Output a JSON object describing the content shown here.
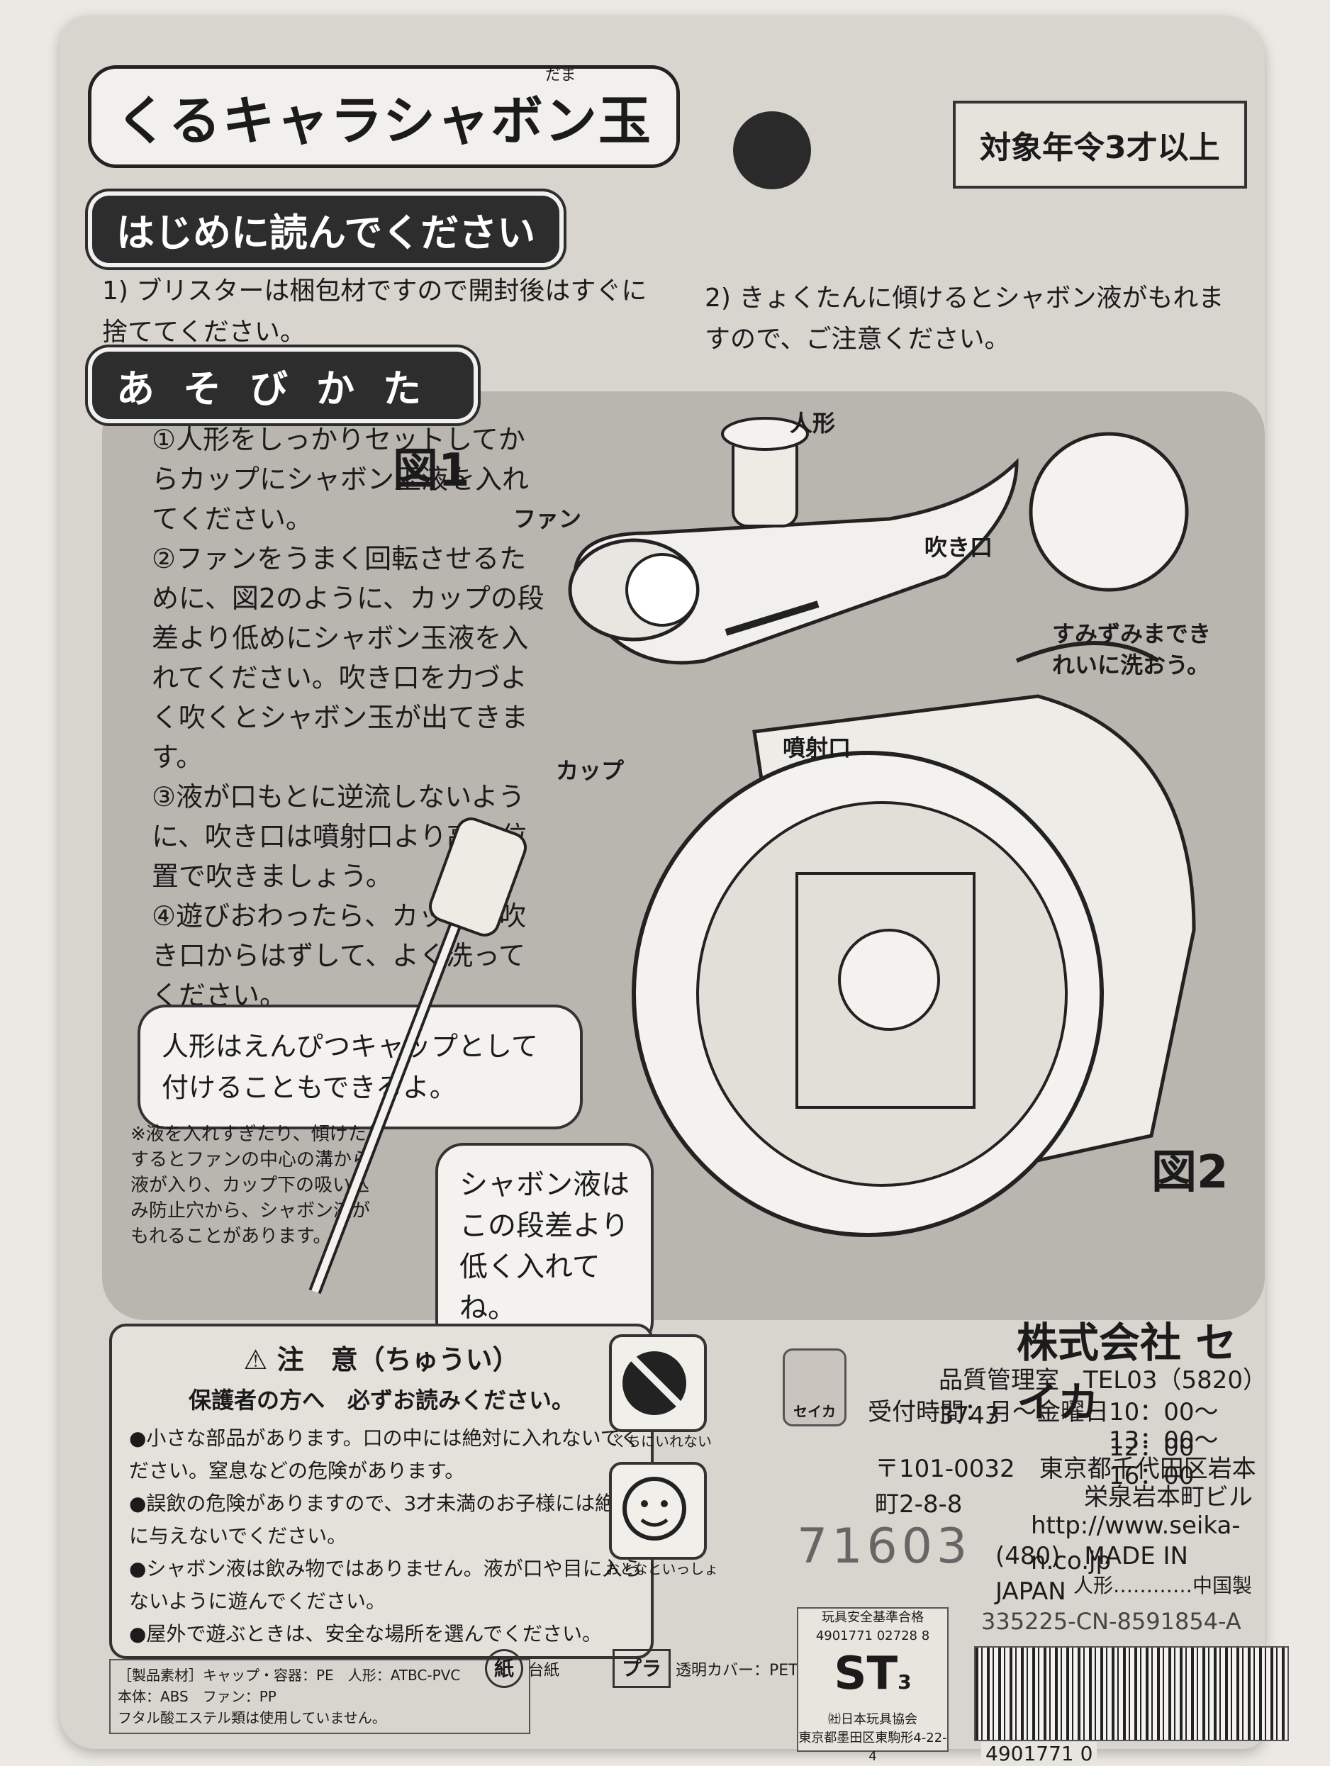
{
  "title": "くるキャラシャボン玉",
  "title_ruby": "だま",
  "age": "対象年令3才以上",
  "read_first": "はじめに読んでください",
  "notice1": "1) ブリスターは梱包材ですので開封後はすぐに捨ててください。",
  "notice2": "2) きょくたんに傾けるとシャボン液がもれますので、ご注意ください。",
  "how_to_play": "あそびかた",
  "steps": [
    "①人形をしっかりセットしてからカップにシャボン玉液を入れてください。",
    "②ファンをうまく回転させるために、図2のように、カップの段差より低めにシャボン玉液を入れてください。吹き口を力づよく吹くとシャボン玉が出てきます。",
    "③液が口もとに逆流しないように、吹き口は噴射口より高い位置で吹きましょう。",
    "④遊びおわったら、カップを吹き口からはずして、よく洗ってください。"
  ],
  "pencil_note": "人形はえんぴつキャップとして付けることもできるよ。",
  "overflow_note": "※液を入れすぎたり、傾けたりするとファンの中心の溝から液が入り、カップ下の吸い込み防止穴から、シャボン液がもれることがあります。",
  "liquid_note": "シャボン液はこの段差より低く入れてね。",
  "figures": {
    "fig1": "図1",
    "fig2": "図2",
    "doll": "人形",
    "fan": "ファン",
    "mouthpiece": "吹き口",
    "cup": "カップ",
    "nozzle": "噴射口",
    "wash": "すみずみまできれいに洗おう。"
  },
  "caution": {
    "title": "⚠ 注　意（ちゅうい）",
    "subtitle": "保護者の方へ　必ずお読みください。",
    "items": [
      "●小さな部品があります。口の中には絶対に入れないでください。窒息などの危険があります。",
      "●誤飲の危険がありますので、3才未満のお子様には絶対に与えないでください。",
      "●シャボン液は飲み物ではありません。液が口や目に入らないように遊んでください。",
      "●屋外で遊ぶときは、安全な場所を選んでください。"
    ]
  },
  "icons": {
    "no_mouth": "くちにいれない",
    "with_adult": "おとなといっしょ"
  },
  "materials": [
    "［製品素材］キャップ・容器：PE　人形：ATBC-PVC",
    "本体：ABS　ファン：PP",
    "フタル酸エステル類は使用していません。"
  ],
  "recycle": {
    "paper": "紙",
    "paper_label": "台紙",
    "plastic": "プラ",
    "plastic_label": "透明カバー：PET"
  },
  "company": {
    "name": "株式会社 セイカ",
    "dept": "品質管理室　TEL03（5820）3743",
    "hours_label": "受付時間：月～金曜日",
    "hours1": "10：00～12：00",
    "hours2": "13：00～16：00",
    "postal": "〒101-0032　東京都千代田区岩本町2-8-8",
    "building": "栄泉岩本町ビル",
    "url": "http://www.seika-n.co.jp",
    "made_in": "(480)　MADE IN JAPAN",
    "doll_origin": "人形…………中国製",
    "logo": "セイカ"
  },
  "handwritten_code": "71603",
  "product_code": "335225-CN-8591854-A",
  "st_mark": {
    "line1": "玩具安全基準合格",
    "line2": "4901771 02728 8",
    "mark": "ST",
    "num": "3",
    "assoc": "㈳日本玩具協会",
    "addr": "東京都墨田区東駒形4-22-4"
  },
  "barcode_number": "4901771 0"
}
